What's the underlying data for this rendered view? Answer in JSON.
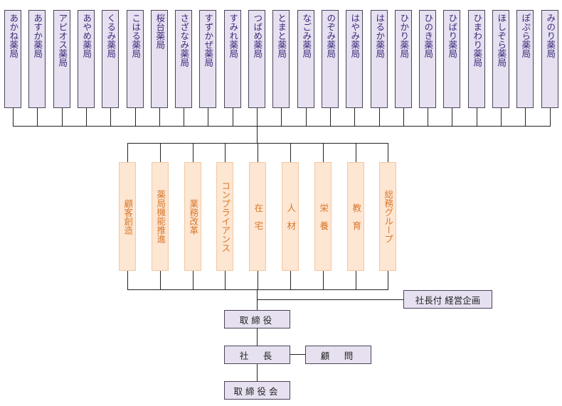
{
  "pharmacies": [
    "あかね薬局",
    "あすか薬局",
    "アピオス薬局",
    "あやめ薬局",
    "くるみ薬局",
    "こはる薬局",
    "桜台薬局",
    "さざなみ薬局",
    "すずかぜ薬局",
    "すみれ薬局",
    "つばめ薬局",
    "とまと薬局",
    "なごみ薬局",
    "のぞみ薬局",
    "はやみ薬局",
    "はるか薬局",
    "ひかり薬局",
    "ひのき薬局",
    "ひばり薬局",
    "ひまわり薬局",
    "ほしぞら薬局",
    "ぽぷら薬局",
    "みのり薬局"
  ],
  "departments": [
    "顧客創造",
    "薬局機能推進",
    "業務改革",
    "コンプライアンス",
    "在　宅",
    "人　材",
    "栄　養",
    "教　育",
    "総務グループ"
  ],
  "staff_office": "社長付 経営企画",
  "directors": "取締役",
  "president": "社　長",
  "advisor": "顧　問",
  "board": "取締役会",
  "colors": {
    "pharmacy_fill": "#e6e0f0",
    "pharmacy_text": "#3b2a7a",
    "department_fill": "#fde6d2",
    "department_text": "#d8772a"
  }
}
